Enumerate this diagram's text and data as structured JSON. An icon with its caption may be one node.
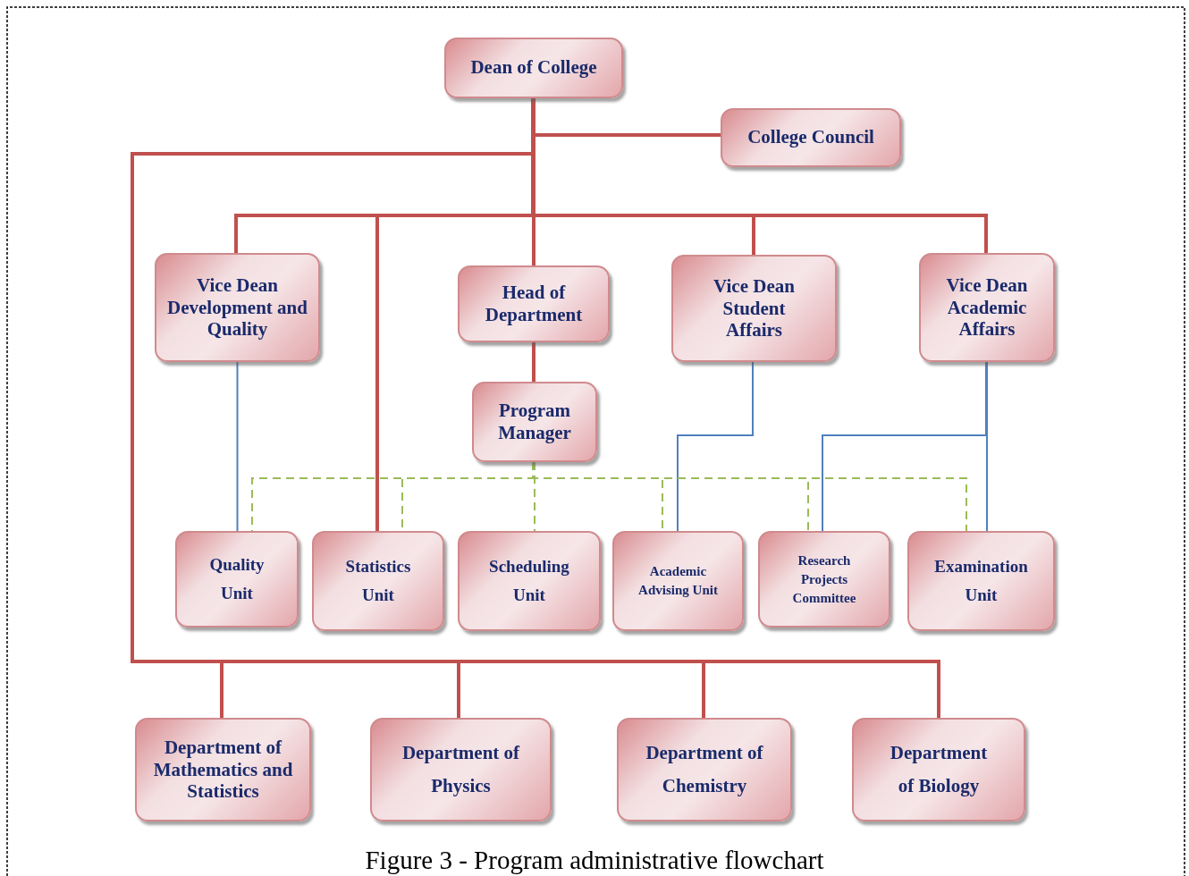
{
  "diagram": {
    "caption": "Figure 3 - Program administrative flowchart",
    "nodes": [
      {
        "text": [
          "Dean of College"
        ]
      },
      {
        "text": [
          "College Council"
        ]
      },
      {
        "text": [
          "Vice Dean Development and Quality"
        ]
      },
      {
        "text": [
          "Head of Department"
        ]
      },
      {
        "text": [
          "Vice Dean Student Affairs"
        ]
      },
      {
        "text": [
          "Vice Dean Academic Affairs"
        ]
      },
      {
        "text": [
          "Program Manager"
        ]
      },
      {
        "text": [
          "Quality Unit"
        ]
      },
      {
        "text": [
          "Statistics Unit"
        ]
      },
      {
        "text": [
          "Scheduling Unit"
        ]
      },
      {
        "text": [
          "Academic Advising Unit"
        ]
      },
      {
        "text": [
          "Research Projects Committee"
        ]
      },
      {
        "text": [
          "Examination Unit"
        ]
      },
      {
        "text": [
          "Department of Mathematics and Statistics"
        ]
      },
      {
        "text": [
          "Department of Physics"
        ]
      },
      {
        "text": [
          "Department of Chemistry"
        ]
      },
      {
        "text": [
          "Department of Biology"
        ]
      }
    ],
    "edges": [
      {
        "from": 0,
        "to": 1,
        "arrow": "none"
      },
      {
        "from": 0,
        "to": 2,
        "arrow": "none"
      },
      {
        "from": 0,
        "to": 3,
        "arrow": "none"
      },
      {
        "from": 0,
        "to": 4,
        "arrow": "none"
      },
      {
        "from": 0,
        "to": 5,
        "arrow": "none"
      },
      {
        "from": 0,
        "to": 8,
        "arrow": "none"
      },
      {
        "from": 0,
        "to": 13,
        "arrow": "none"
      },
      {
        "from": 0,
        "to": 14,
        "arrow": "none"
      },
      {
        "from": 0,
        "to": 15,
        "arrow": "none"
      },
      {
        "from": 0,
        "to": 16,
        "arrow": "none"
      },
      {
        "from": 3,
        "to": 6,
        "arrow": "none"
      },
      {
        "from": 2,
        "to": 7,
        "arrow": "none",
        "color": "#4f81bd"
      },
      {
        "from": 4,
        "to": 10,
        "arrow": "none",
        "color": "#4f81bd"
      },
      {
        "from": 5,
        "to": 11,
        "arrow": "none",
        "color": "#4f81bd"
      },
      {
        "from": 5,
        "to": 12,
        "arrow": "none",
        "color": "#4f81bd"
      },
      {
        "from": 6,
        "to": 7,
        "arrow": "none",
        "style": "dashed",
        "color": "#9bbb59"
      },
      {
        "from": 6,
        "to": 8,
        "arrow": "none",
        "style": "dashed",
        "color": "#9bbb59"
      },
      {
        "from": 6,
        "to": 9,
        "arrow": "none",
        "style": "dashed",
        "color": "#9bbb59"
      },
      {
        "from": 6,
        "to": 10,
        "arrow": "none",
        "style": "dashed",
        "color": "#9bbb59"
      },
      {
        "from": 6,
        "to": 11,
        "arrow": "none",
        "style": "dashed",
        "color": "#9bbb59"
      },
      {
        "from": 6,
        "to": 12,
        "arrow": "none",
        "style": "dashed",
        "color": "#9bbb59"
      }
    ]
  }
}
